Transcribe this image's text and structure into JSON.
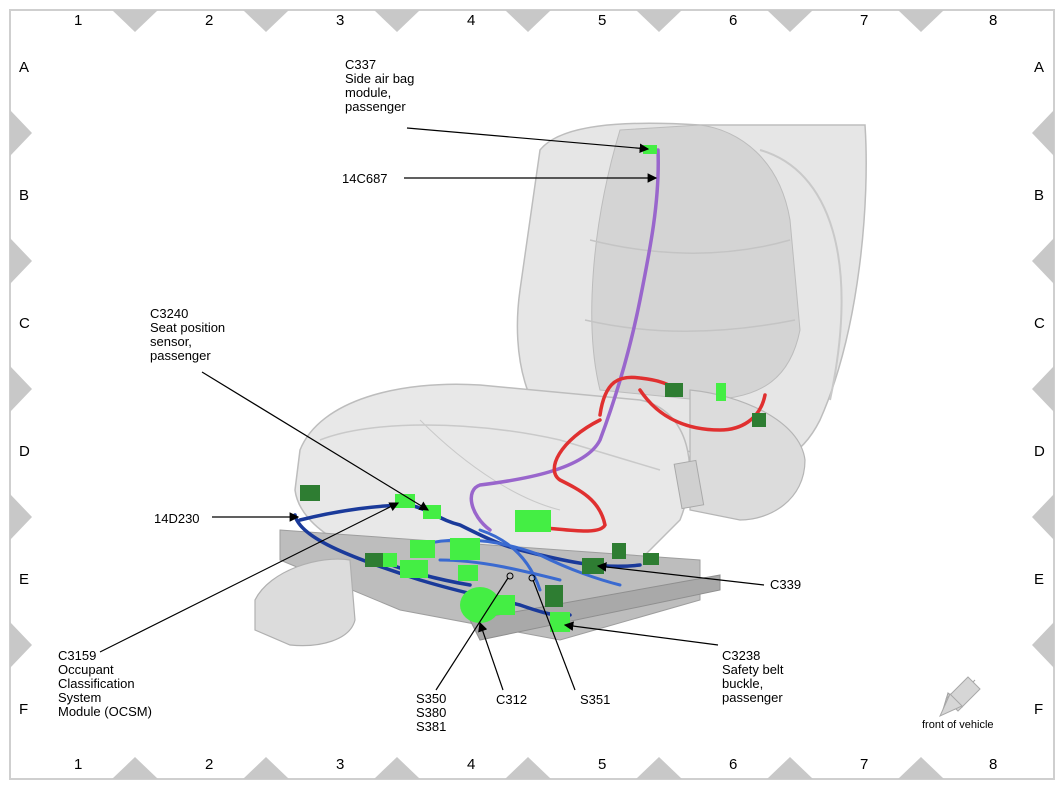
{
  "grid": {
    "columns": [
      "1",
      "2",
      "3",
      "4",
      "5",
      "6",
      "7",
      "8"
    ],
    "rows": [
      "A",
      "B",
      "C",
      "D",
      "E",
      "F"
    ]
  },
  "labels": {
    "c337": [
      "C337",
      "Side air bag",
      "module,",
      "passenger"
    ],
    "c14c687": "14C687",
    "c3240": [
      "C3240",
      "Seat position",
      "sensor,",
      "passenger"
    ],
    "c14d230": "14D230",
    "c339": "C339",
    "c3159": [
      "C3159",
      "Occupant",
      "Classification",
      "System",
      "Module (OCSM)"
    ],
    "s350": [
      "S350",
      "S380",
      "S381"
    ],
    "c312": "C312",
    "s351": "S351",
    "c3238": [
      "C3238",
      "Safety belt",
      "buckle,",
      "passenger"
    ],
    "front": "front of vehicle"
  },
  "colors": {
    "connector": "#44ee44",
    "connector_dark": "#2e7d32",
    "harness_blue": "#1a3a9a",
    "harness_purple": "#9966cc",
    "harness_red": "#e03030"
  }
}
